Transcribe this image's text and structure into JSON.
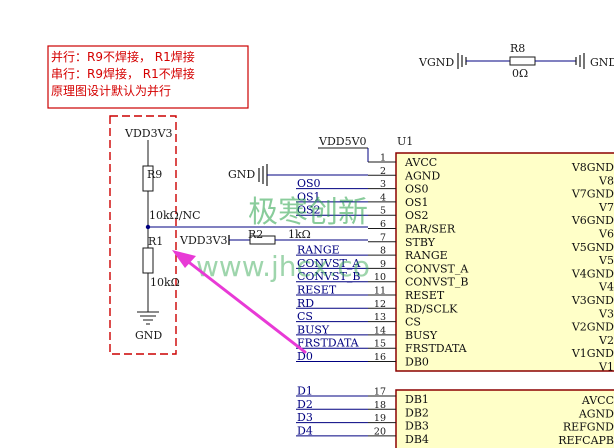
{
  "note": {
    "line1": "并行：R9不焊接，    R1焊接",
    "line2": "串行：R9焊接，      R1不焊接",
    "line3": "原理图设计默认为并行"
  },
  "left": {
    "vdd_top": "VDD3V3",
    "r9_ref": "R9",
    "r9_value": "10kΩ/NC",
    "r1_ref": "R1",
    "r1_value": "10kΩ",
    "gnd": "GND",
    "vdd_right": "VDD3V3",
    "r2_ref": "R2",
    "r2_value": "1kΩ",
    "gnd_top": "GND"
  },
  "top_right": {
    "vgnd_left": "VGND",
    "r8_ref": "R8",
    "r8_value": "0Ω",
    "gnd_right": "GND"
  },
  "chip": {
    "ref": "U1",
    "supply_net": "VDD5V0",
    "left_pins": [
      {
        "net": "",
        "num": "1",
        "name": "AVCC"
      },
      {
        "net": "",
        "num": "2",
        "name": "AGND"
      },
      {
        "net": "OS0",
        "num": "3",
        "name": "OS0"
      },
      {
        "net": "OS1",
        "num": "4",
        "name": "OS1"
      },
      {
        "net": "OS2",
        "num": "5",
        "name": "OS2"
      },
      {
        "net": "",
        "num": "6",
        "name": "PAR/SER"
      },
      {
        "net": "",
        "num": "7",
        "name": "STBY"
      },
      {
        "net": "RANGE",
        "num": "8",
        "name": "RANGE"
      },
      {
        "net": "CONVST_A",
        "num": "9",
        "name": "CONVST_A"
      },
      {
        "net": "CONVST_B",
        "num": "10",
        "name": "CONVST_B"
      },
      {
        "net": "RESET",
        "num": "11",
        "name": "RESET"
      },
      {
        "net": "RD",
        "num": "12",
        "name": "RD/SCLK"
      },
      {
        "net": "CS",
        "num": "13",
        "name": "CS"
      },
      {
        "net": "BUSY",
        "num": "14",
        "name": "BUSY"
      },
      {
        "net": "FRSTDATA",
        "num": "15",
        "name": "FRSTDATA"
      },
      {
        "net": "D0",
        "num": "16",
        "name": "DB0"
      }
    ],
    "lower_pins": [
      {
        "net": "D1",
        "num": "17",
        "name": "DB1"
      },
      {
        "net": "D2",
        "num": "18",
        "name": "DB2"
      },
      {
        "net": "D3",
        "num": "19",
        "name": "DB3"
      },
      {
        "net": "D4",
        "num": "20",
        "name": "DB4"
      }
    ],
    "right_names": [
      "V8GND",
      "V8",
      "V7GND",
      "V7",
      "V6GND",
      "V6",
      "V5GND",
      "V5",
      "V4GND",
      "V4",
      "V3GND",
      "V3",
      "V2GND",
      "V2",
      "V1GND",
      "V1"
    ],
    "right_lower_names": [
      "AVCC",
      "AGND",
      "REFGND",
      "REFCAPB"
    ]
  },
  "watermark": {
    "cn": "极寒创新",
    "url": "www.jhcx.co"
  },
  "colors": {
    "note_red": "#d40000",
    "chip_fill": "#ffffc8",
    "chip_border": "#8b0000",
    "wire_blue": "#000080",
    "box_red": "#cc0000",
    "arrow_magenta": "#e83ad6",
    "watermark_green": "#2aa34a"
  }
}
